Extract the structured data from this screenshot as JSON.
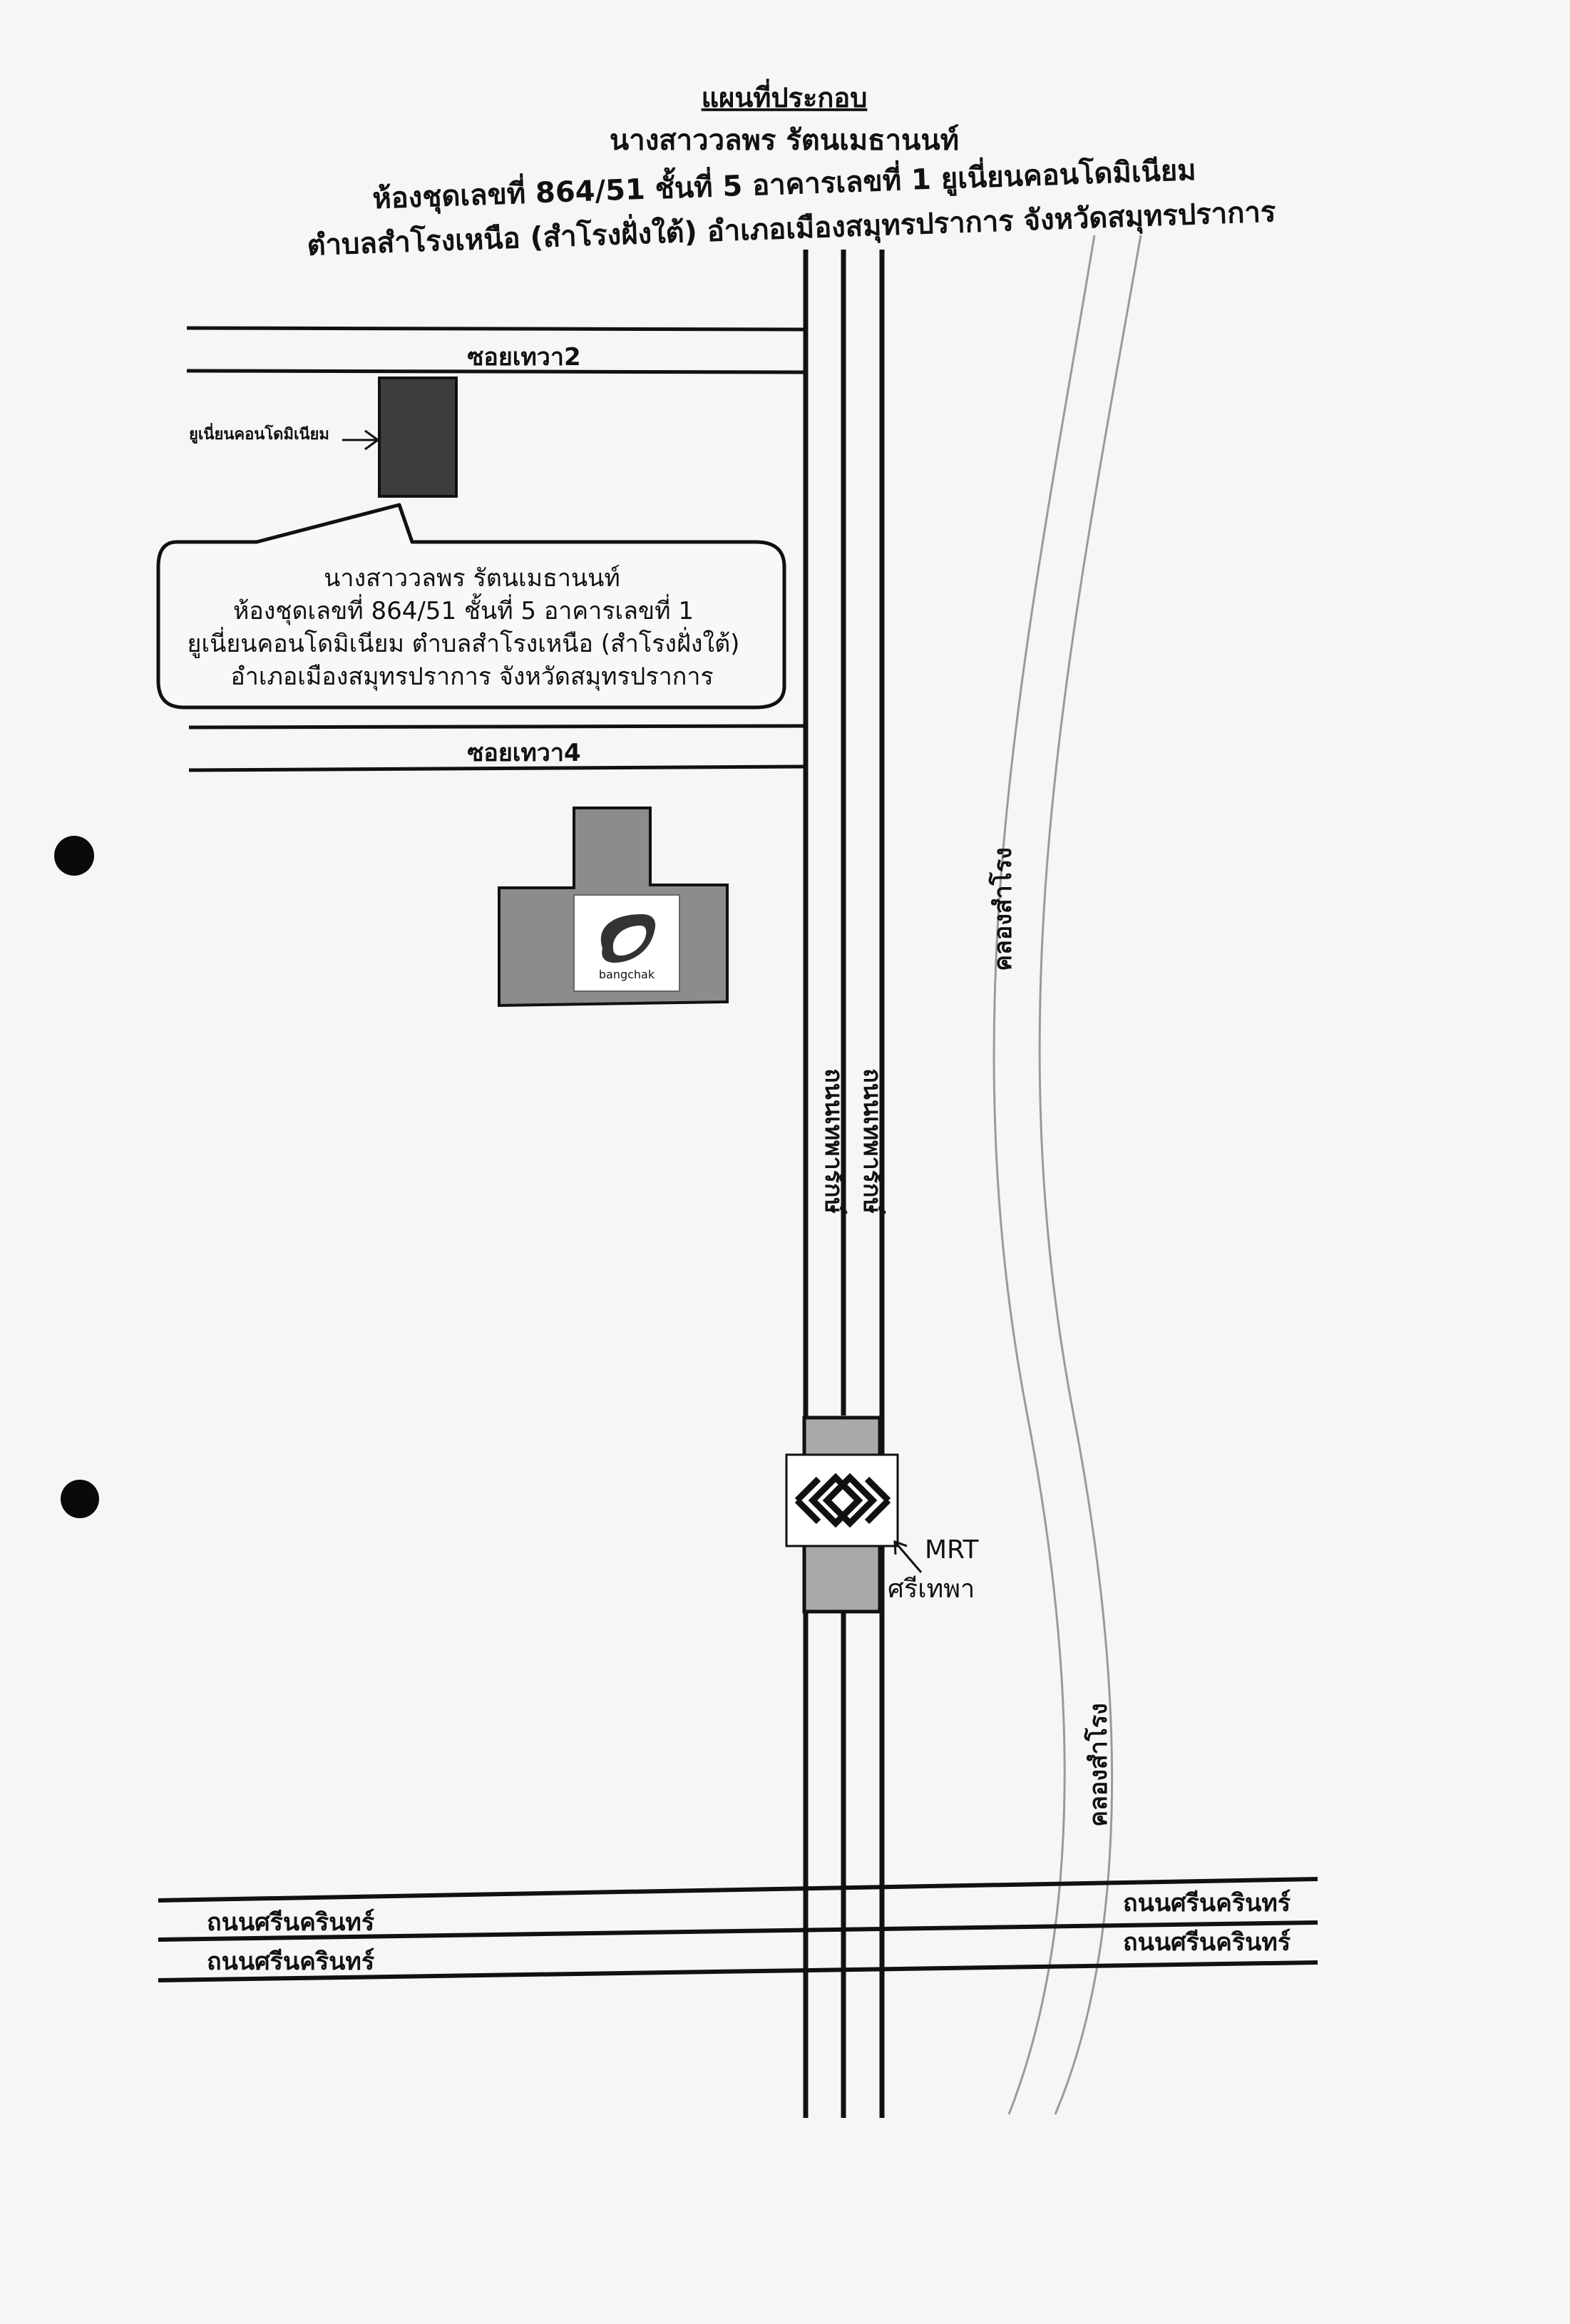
{
  "title": {
    "heading": "แผนที่ประกอบ",
    "name": "นางสาววลพร รัตนเมธานนท์",
    "line2": "ห้องชุดเลขที่ 864/51 ชั้นที่ 5 อาคารเลขที่ 1 ยูเนี่ยนคอนโดมิเนียม",
    "line3": "ตำบลสำโรงเหนือ (สำโรงฝั่งใต้) อำเภอเมืองสมุทรปราการ จังหวัดสมุทรปราการ"
  },
  "roads": {
    "soi2": "ซอยเทวา2",
    "soi4": "ซอยเทวา4",
    "main_road_left": "ถนนเทพารักษ์",
    "main_road_right": "ถนนเทพารักษ์",
    "srinakarin_top_left": "ถนนศรีนครินทร์",
    "srinakarin_top_right": "ถนนศรีนครินทร์",
    "srinakarin_bottom_left": "ถนนศรีนครินทร์",
    "srinakarin_bottom_right": "ถนนศรีนครินทร์"
  },
  "canal": {
    "label_upper": "คลองสำโรง",
    "label_lower": "คลองสำโรง"
  },
  "landmarks": {
    "condo_label": "ยูเนี่ยนคอนโดมิเนียม",
    "gas_station_brand": "bangchak",
    "mrt_label": "MRT",
    "mrt_station": "ศรีเทพา"
  },
  "callout": {
    "line1": "นางสาววลพร รัตนเมธานนท์",
    "line2": "ห้องชุดเลขที่ 864/51 ชั้นที่ 5 อาคารเลขที่ 1",
    "line3": "ยูเนี่ยนคอนโดมิเนียม ตำบลสำโรงเหนือ (สำโรงฝั่งใต้)",
    "line4": "อำเภอเมืองสมุทรปราการ จังหวัดสมุทรปราการ"
  },
  "colors": {
    "line": "#111111",
    "condo_fill": "#3d3d3d",
    "building_fill": "#8c8c8c",
    "station_fill": "#a9a9a9",
    "canal": "#9a9a9a"
  }
}
